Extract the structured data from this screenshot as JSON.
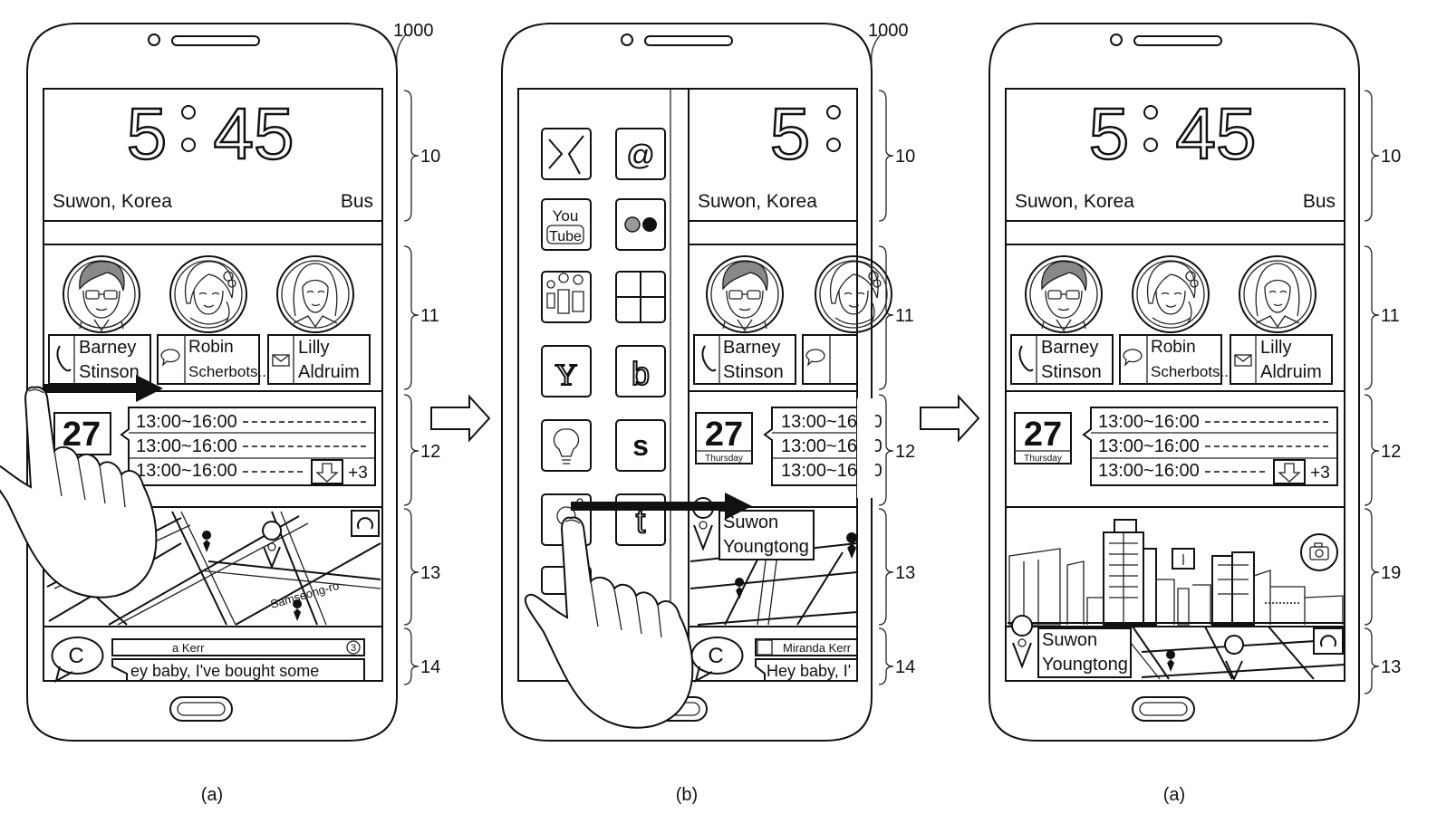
{
  "reference_labels": {
    "device": "1000",
    "clock_widget": "10",
    "contacts_widget": "11",
    "calendar_widget": "12",
    "map_widget": "13",
    "message_widget": "14",
    "camera_widget": "19"
  },
  "clock": {
    "time_h": "5",
    "time_m": "45",
    "location": "Suwon, Korea",
    "transport": "Bus"
  },
  "contacts": [
    {
      "first": "Barney",
      "last": "Stinson",
      "icon": "phone-icon"
    },
    {
      "first": "Robin",
      "last": "Scherbots..",
      "icon": "chat-bubble-icon"
    },
    {
      "first": "Lilly",
      "last": "Aldruim",
      "icon": "envelope-icon"
    }
  ],
  "calendar": {
    "day": "27",
    "weekday": "Thursday",
    "events": [
      "13:00~16:00",
      "13:00~16:00",
      "13:00~16:00"
    ],
    "more": "+3"
  },
  "map": {
    "place_line1": "Suwon",
    "place_line2": "Youngtong",
    "street": "Samseong-ro"
  },
  "message": {
    "app_letter": "C",
    "sender": "Miranda Kerr",
    "sender_partial": "a Kerr",
    "badge": "3",
    "text": "Hey baby, I've bought some",
    "text_partial_a": "ey baby, I've bought some",
    "text_partial_b": "Hey baby, I'"
  },
  "apps": [
    {
      "label": "",
      "icon": "xing-icon"
    },
    {
      "label": "@",
      "icon": "email-icon"
    },
    {
      "label_top": "You",
      "label_bottom": "Tube",
      "icon": "youtube-icon"
    },
    {
      "label": "",
      "icon": "flickr-icon"
    },
    {
      "label": "",
      "icon": "people-icon"
    },
    {
      "label": "",
      "icon": "windows-icon"
    },
    {
      "label": "Y",
      "icon": "yahoo-icon"
    },
    {
      "label": "b",
      "icon": "beats-icon"
    },
    {
      "label": "",
      "icon": "lightbulb-icon"
    },
    {
      "label": "s",
      "icon": "skype-icon"
    },
    {
      "label": "",
      "icon": "maps-pin-icon"
    },
    {
      "label": "t",
      "icon": "tumblr-icon"
    }
  ],
  "captions": {
    "a": "(a)",
    "b": "(b)",
    "c": "(a)"
  }
}
